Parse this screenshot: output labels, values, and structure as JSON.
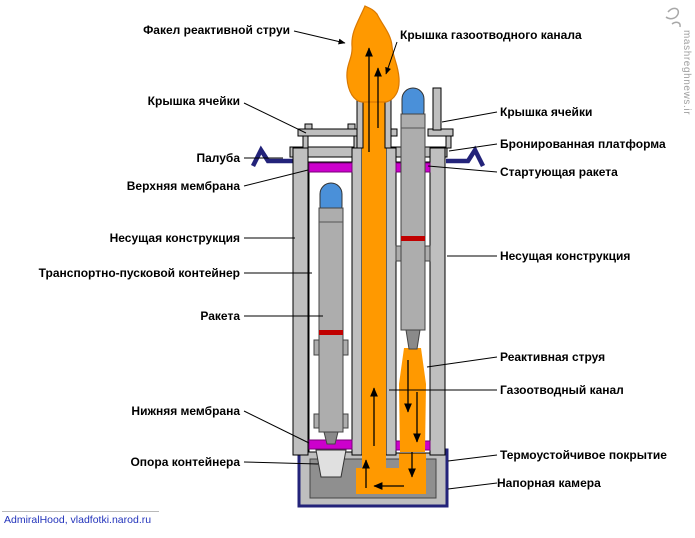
{
  "credit": "AdmiralHood, vladfotki.narod.ru",
  "watermark": "mashreghnews.ir",
  "labels": {
    "left": [
      "Факел реактивной струи",
      "Крышка ячейки",
      "Палуба",
      "Верхняя мембрана",
      "Несущая конструкция",
      "Транспортно-пусковой контейнер",
      "Ракета",
      "Нижняя мембрана",
      "Опора контейнера"
    ],
    "right": [
      "Крышка газоотводного канала",
      "Крышка ячейки",
      "Бронированная платформа",
      "Стартующая ракета",
      "Несущая конструкция",
      "Реактивная струя",
      "Газоотводный канал",
      "Термоустойчивое покрытие",
      "Напорная камера"
    ]
  },
  "colors": {
    "flame": "#FF9900",
    "flame_outline": "#D97800",
    "membrane": "#CC00CC",
    "deck": "#23237A",
    "structure": "#BFBFBF",
    "chamber_inner": "#8F8F8F",
    "missile_nose": "#4A90D9",
    "missile_body": "#ADADAD",
    "red_band": "#C00000"
  }
}
